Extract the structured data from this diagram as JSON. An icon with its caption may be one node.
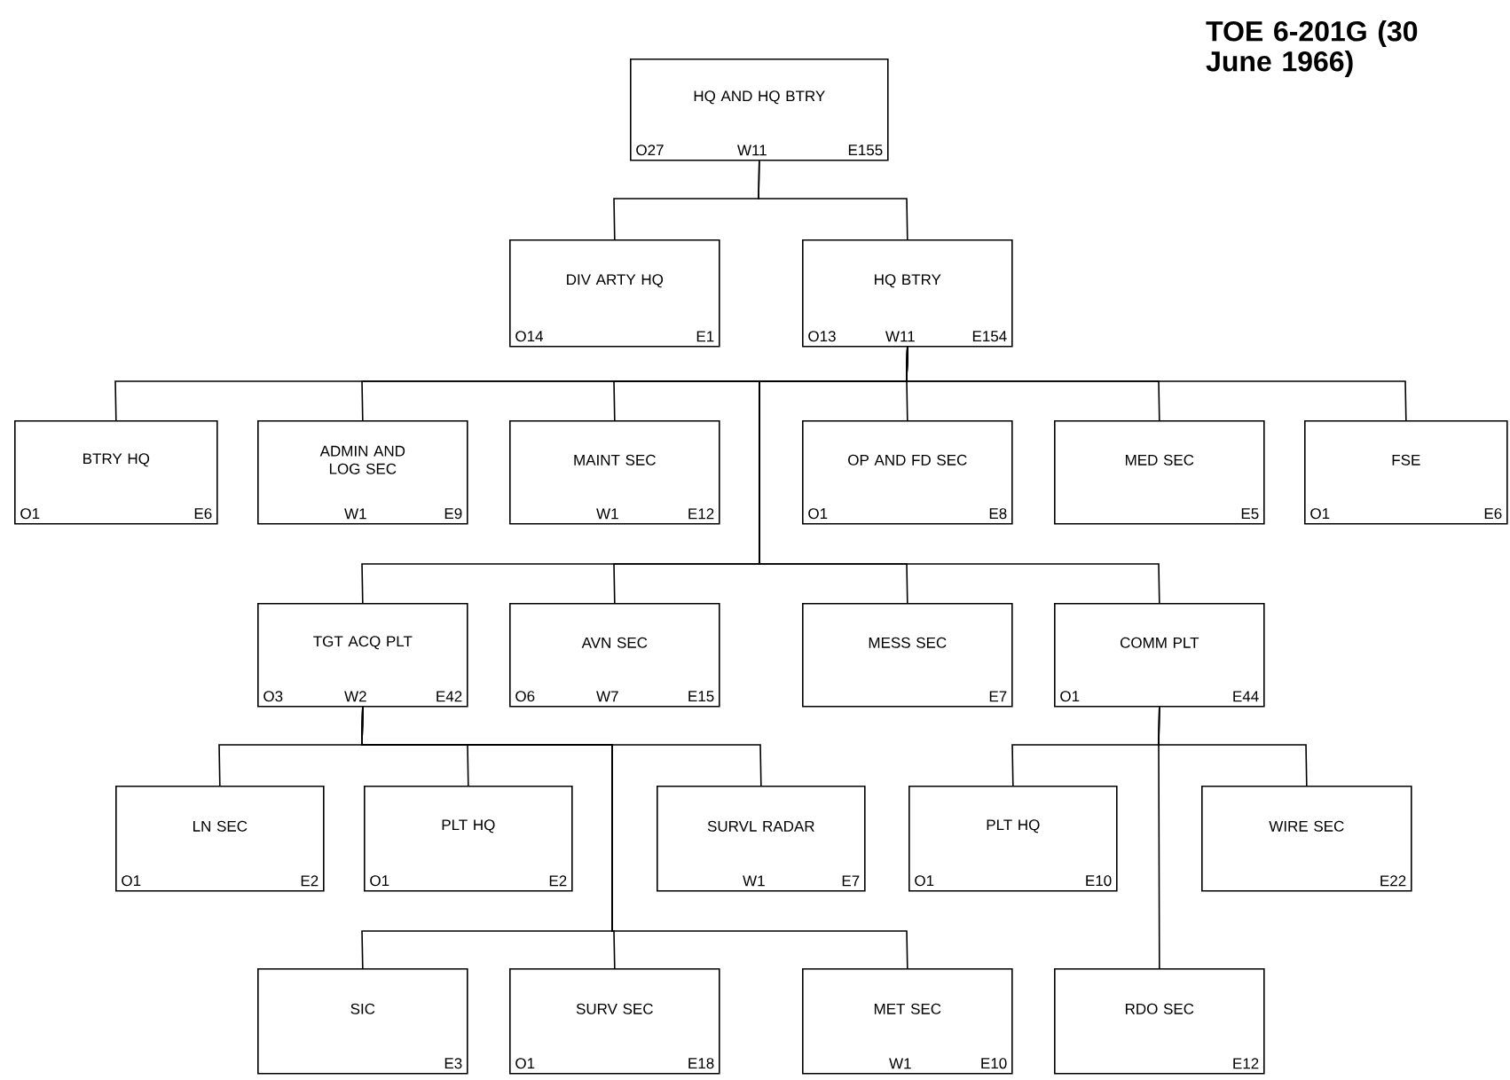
{
  "diagram": {
    "title": "TOE 6-201G (30 June 1966)",
    "nodes": [
      {
        "text": [
          "HQ AND HQ BTRY",
          "O27",
          "W11",
          "E155"
        ]
      },
      {
        "text": [
          "DIV ARTY HQ",
          "O14",
          "E1"
        ]
      },
      {
        "text": [
          "HQ BTRY",
          "O13",
          "W11",
          "E154"
        ]
      },
      {
        "text": [
          "BTRY HQ",
          "O1",
          "E6"
        ]
      },
      {
        "text": [
          "ADMIN AND LOG SEC",
          "W1",
          "E9"
        ]
      },
      {
        "text": [
          "MAINT SEC",
          "W1",
          "E12"
        ]
      },
      {
        "text": [
          "OP AND FD SEC",
          "O1",
          "E8"
        ]
      },
      {
        "text": [
          "MED SEC",
          "E5"
        ]
      },
      {
        "text": [
          "FSE",
          "O1",
          "E6"
        ]
      },
      {
        "text": [
          "TGT ACQ PLT",
          "O3",
          "W2",
          "E42"
        ]
      },
      {
        "text": [
          "AVN SEC",
          "O6",
          "W7",
          "E15"
        ]
      },
      {
        "text": [
          "MESS SEC",
          "E7"
        ]
      },
      {
        "text": [
          "COMM PLT",
          "O1",
          "E44"
        ]
      },
      {
        "text": [
          "LN SEC",
          "O1",
          "E2"
        ]
      },
      {
        "text": [
          "PLT HQ",
          "O1",
          "E2"
        ]
      },
      {
        "text": [
          "SURVL RADAR",
          "W1",
          "E7"
        ]
      },
      {
        "text": [
          "PLT HQ",
          "O1",
          "E10"
        ]
      },
      {
        "text": [
          "WIRE SEC",
          "E22"
        ]
      },
      {
        "text": [
          "SIC",
          "E3"
        ]
      },
      {
        "text": [
          "SURV SEC",
          "O1",
          "E18"
        ]
      },
      {
        "text": [
          "MET SEC",
          "W1",
          "E10"
        ]
      },
      {
        "text": [
          "RDO SEC",
          "E12"
        ]
      }
    ],
    "edges": [
      {
        "from": 0,
        "to": 1,
        "arrow": "none"
      },
      {
        "from": 0,
        "to": 2,
        "arrow": "none"
      },
      {
        "from": 2,
        "to": 3,
        "arrow": "none"
      },
      {
        "from": 2,
        "to": 4,
        "arrow": "none"
      },
      {
        "from": 2,
        "to": 5,
        "arrow": "none"
      },
      {
        "from": 2,
        "to": 6,
        "arrow": "none"
      },
      {
        "from": 2,
        "to": 7,
        "arrow": "none"
      },
      {
        "from": 2,
        "to": 8,
        "arrow": "none"
      },
      {
        "from": 2,
        "to": 9,
        "arrow": "none"
      },
      {
        "from": 2,
        "to": 10,
        "arrow": "none"
      },
      {
        "from": 2,
        "to": 11,
        "arrow": "none"
      },
      {
        "from": 2,
        "to": 12,
        "arrow": "none"
      },
      {
        "from": 9,
        "to": 13,
        "arrow": "none"
      },
      {
        "from": 9,
        "to": 14,
        "arrow": "none"
      },
      {
        "from": 9,
        "to": 15,
        "arrow": "none"
      },
      {
        "from": 9,
        "to": 18,
        "arrow": "none"
      },
      {
        "from": 9,
        "to": 19,
        "arrow": "none"
      },
      {
        "from": 9,
        "to": 20,
        "arrow": "none"
      },
      {
        "from": 12,
        "to": 16,
        "arrow": "none"
      },
      {
        "from": 12,
        "to": 17,
        "arrow": "none"
      },
      {
        "from": 12,
        "to": 21,
        "arrow": "none"
      }
    ]
  }
}
